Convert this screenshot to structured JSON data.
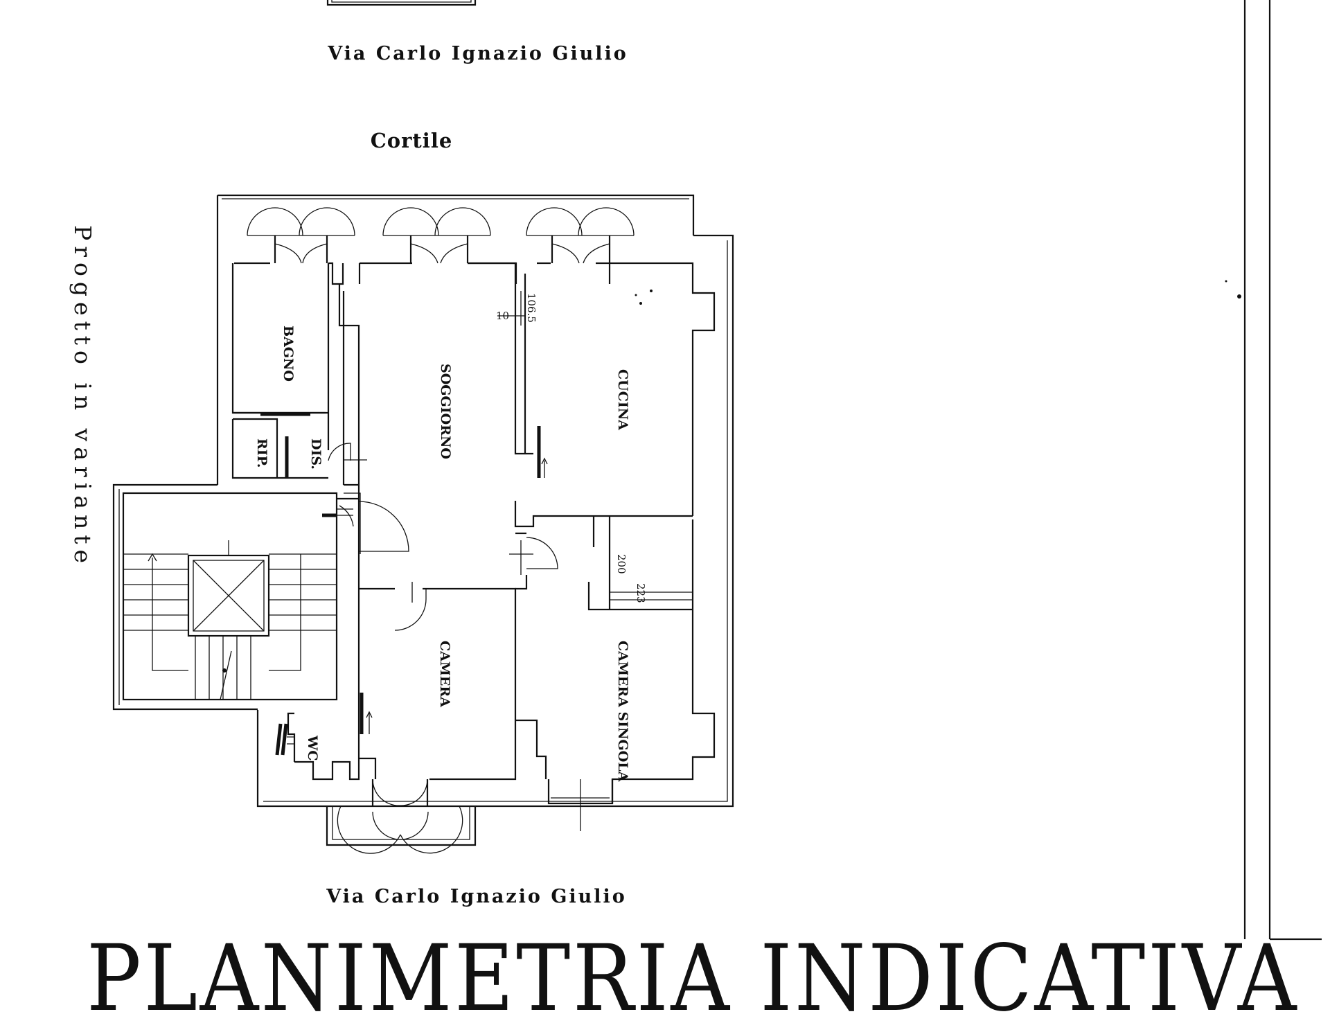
{
  "labels": {
    "street_top": "Via Carlo Ignazio Giulio",
    "courtyard": "Cortile",
    "side_note": "Progetto in variante",
    "street_bottom": "Via Carlo Ignazio Giulio",
    "title": "PLANIMETRIA INDICATIVA"
  },
  "rooms": [
    {
      "name": "BAGNO"
    },
    {
      "name": "SOGGIORNO"
    },
    {
      "name": "CUCINA"
    },
    {
      "name": "RIP."
    },
    {
      "name": "DIS."
    },
    {
      "name": "CAMERA"
    },
    {
      "name": "CAMERA SINGOLA"
    },
    {
      "name": "WC"
    }
  ],
  "dimensions": [
    "10",
    "106.5",
    "200",
    "223"
  ],
  "colors": {
    "ink": "#111111",
    "paper": "#ffffff"
  }
}
